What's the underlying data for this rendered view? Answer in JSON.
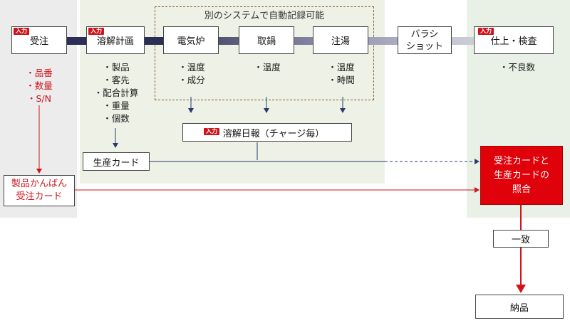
{
  "group_label": "別のシステムで自動記録可能",
  "tag_label": "入力",
  "process": [
    {
      "label": "受注"
    },
    {
      "label": "溶解計画"
    },
    {
      "label": "電気炉"
    },
    {
      "label": "取鍋"
    },
    {
      "label": "注湯"
    },
    {
      "label": "バラシ\nショット"
    },
    {
      "label": "仕上・検査"
    }
  ],
  "lists": {
    "order": [
      "・品番",
      "・数量",
      "・S/N"
    ],
    "plan": [
      "・製品",
      "・客先",
      "・配合計算",
      "・重量",
      "・個数"
    ],
    "furnace": [
      "・温度",
      "・成分"
    ],
    "ladle": [
      "・温度"
    ],
    "pour": [
      "・温度",
      "・時間"
    ],
    "inspect": [
      "・不良数"
    ]
  },
  "daily_report": "溶解日報（チャージ毎）",
  "production_card": "生産カード",
  "kanban_card": "製品かんばん\n受注カード",
  "match_box": "受注カードと\n生産カードの\n照合",
  "match_label": "一致",
  "delivery": "納品",
  "colors": {
    "accent_red": "#e0020a",
    "dark_bar": "#2b2f55"
  }
}
